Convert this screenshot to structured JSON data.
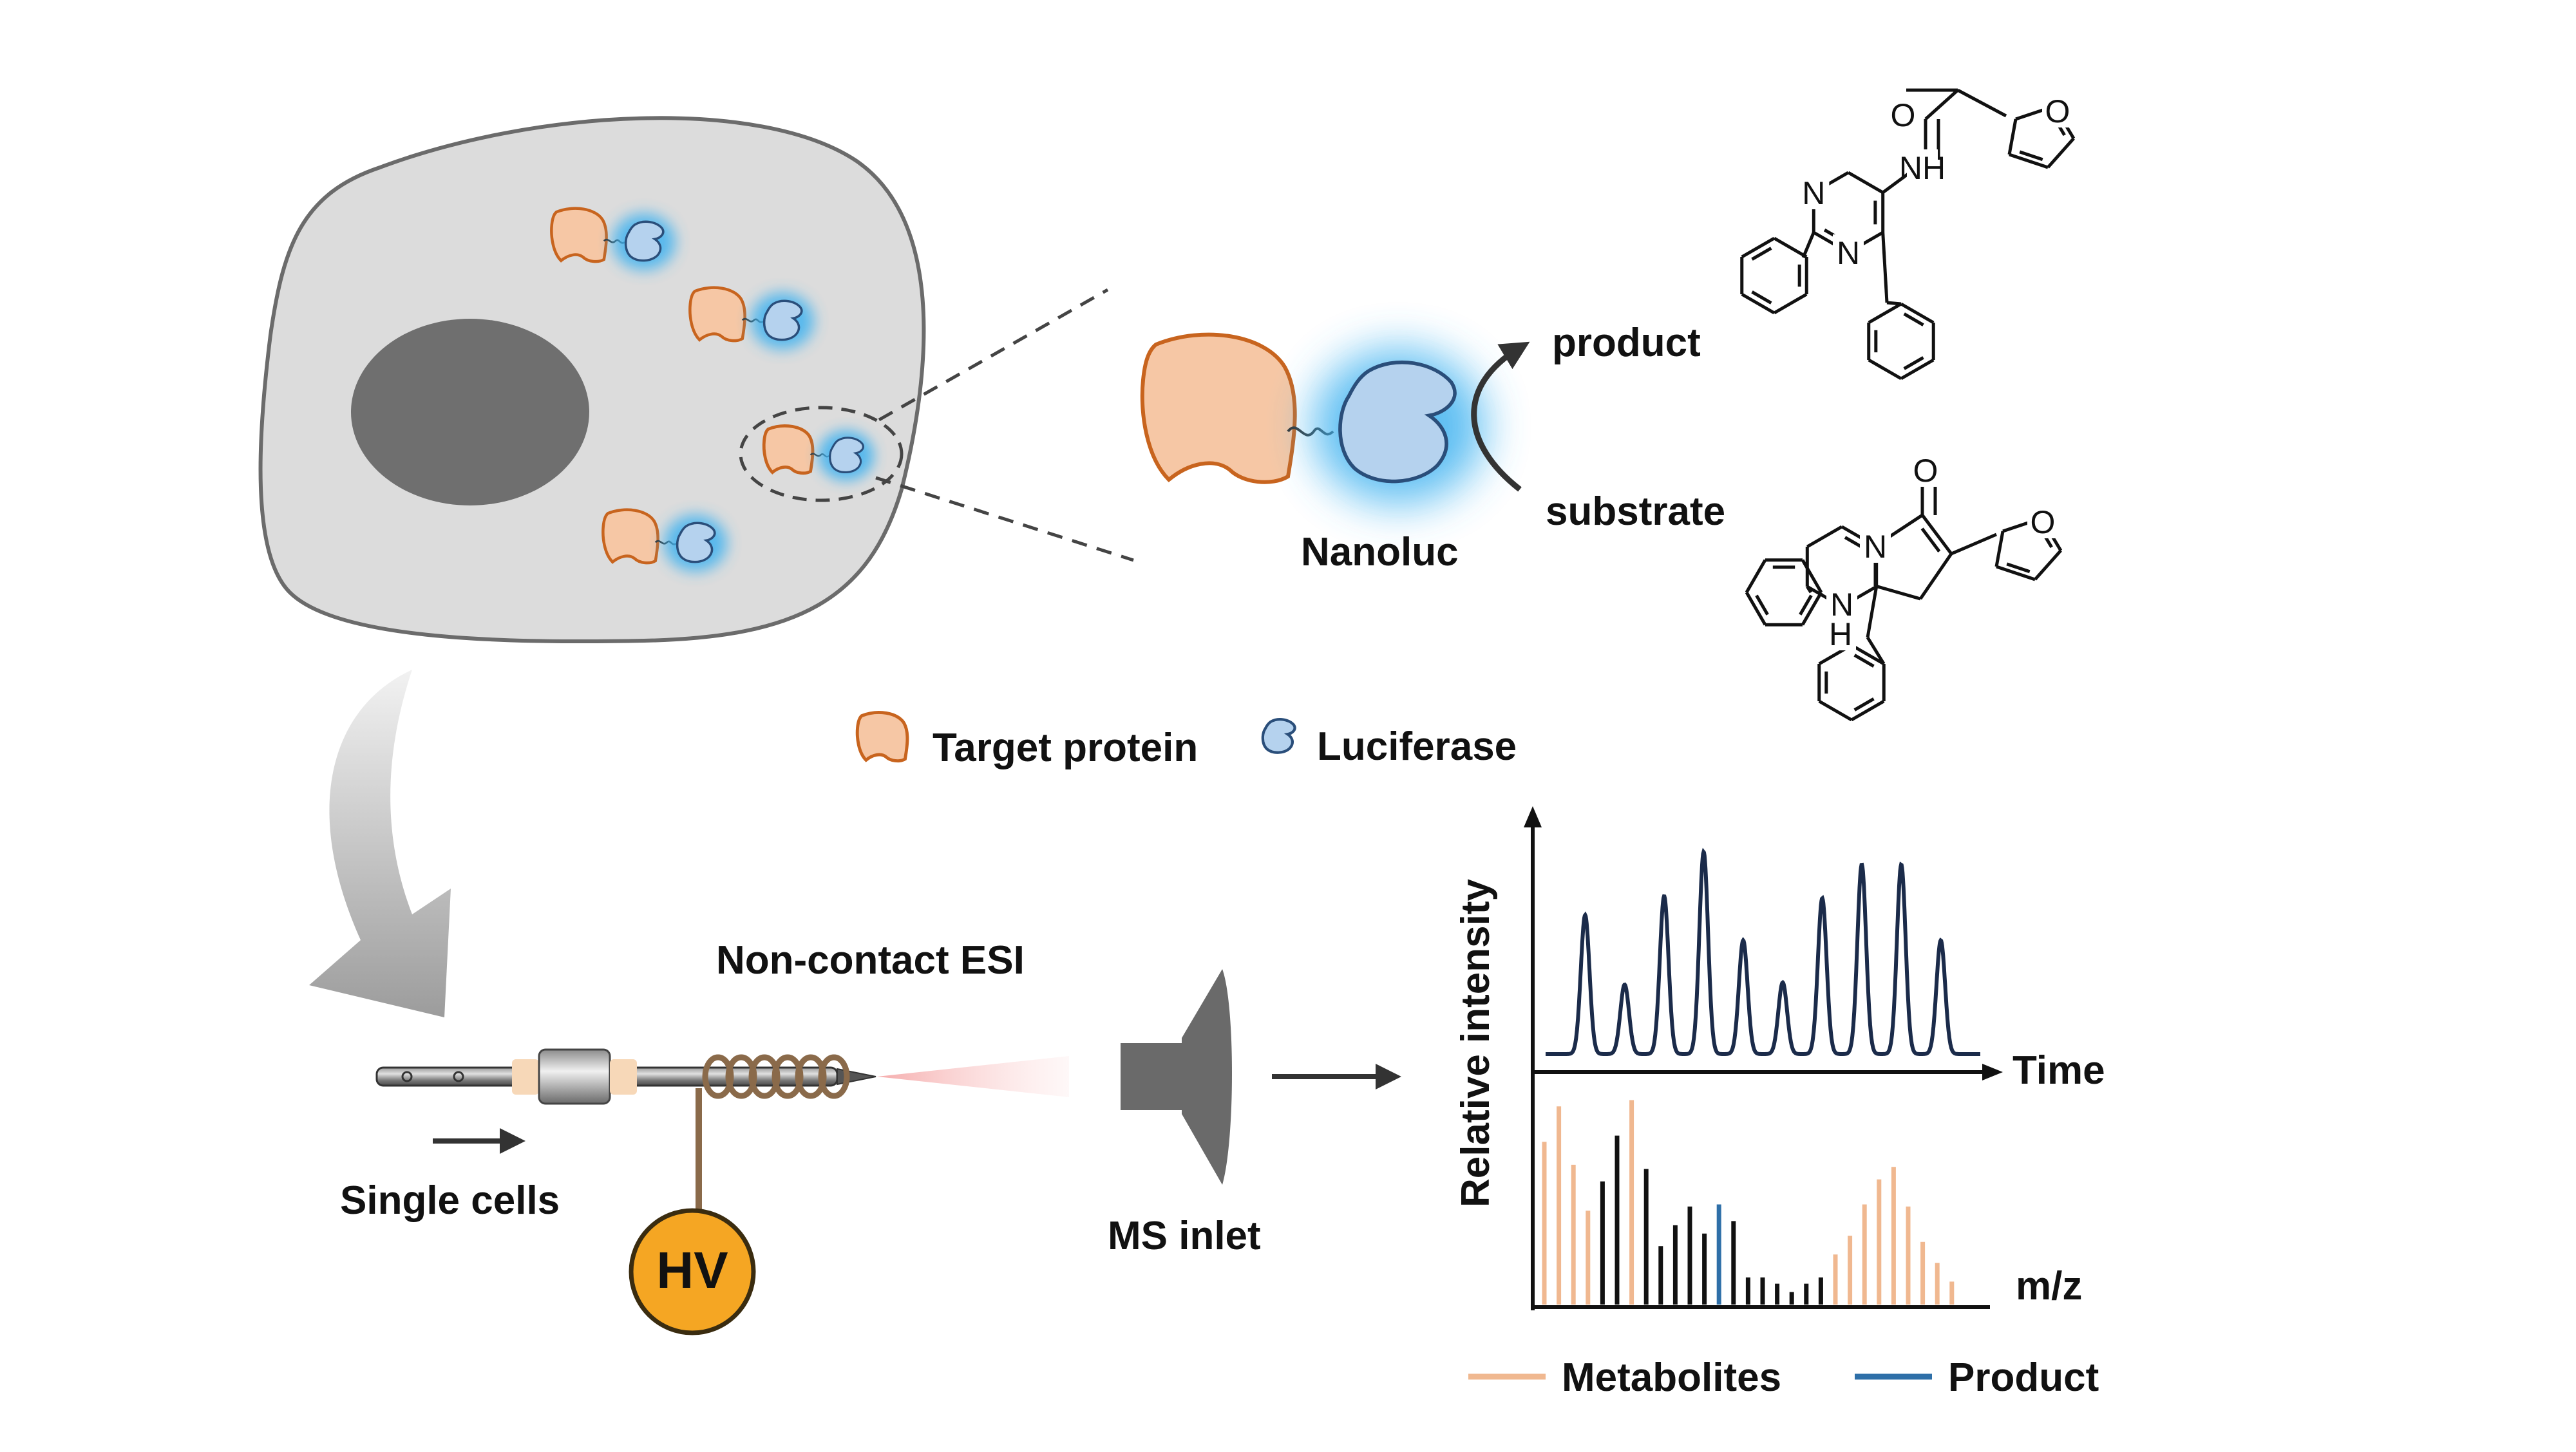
{
  "labels": {
    "product": "product",
    "substrate": "substrate",
    "nanoluc": "Nanoluc",
    "target_protein": "Target protein",
    "luciferase": "Luciferase",
    "non_contact_esi": "Non-contact ESI",
    "single_cells": "Single cells",
    "hv": "HV",
    "ms_inlet": "MS inlet",
    "relative_intensity": "Relative intensity",
    "time": "Time",
    "mz": "m/z",
    "metabolites": "Metabolites",
    "product_legend": "Product"
  },
  "atoms": {
    "o": "O",
    "n": "N",
    "nh": "NH",
    "h": "H"
  },
  "colors": {
    "protein_fill": "#f6c7a5",
    "protein_stroke": "#c8641e",
    "luciferase_fill": "#b5d2ee",
    "luciferase_stroke": "#2a4e7a",
    "glow": "#3fb2f0",
    "cell_fill": "#dcdcdc",
    "cell_stroke": "#6b6b6b",
    "nucleus": "#6f6f6f",
    "chromatogram": "#1b2b4a",
    "metabolite": "#f0b890",
    "product_peak": "#2e6fa8",
    "other_peak": "#111111",
    "hv_fill": "#f5a623",
    "hv_stroke": "#3a2c10"
  },
  "chart_data": [
    {
      "type": "line",
      "description_of_axes": "chromatogram",
      "xlabel": "Time",
      "ylabel": "Relative intensity",
      "peaks": [
        {
          "t": 1,
          "intensity": 0.66
        },
        {
          "t": 2,
          "intensity": 0.33
        },
        {
          "t": 3,
          "intensity": 0.75
        },
        {
          "t": 4,
          "intensity": 0.96
        },
        {
          "t": 5,
          "intensity": 0.54
        },
        {
          "t": 6,
          "intensity": 0.34
        },
        {
          "t": 7,
          "intensity": 0.74
        },
        {
          "t": 8,
          "intensity": 0.9
        },
        {
          "t": 9,
          "intensity": 0.9
        },
        {
          "t": 10,
          "intensity": 0.54
        }
      ]
    },
    {
      "type": "bar",
      "xlabel": "m/z",
      "series": [
        {
          "name": "Metabolites",
          "kind": "metabolite"
        },
        {
          "name": "Product",
          "kind": "product"
        }
      ],
      "bars": [
        {
          "h": 0.78,
          "kind": "metabolite"
        },
        {
          "h": 0.95,
          "kind": "metabolite"
        },
        {
          "h": 0.67,
          "kind": "metabolite"
        },
        {
          "h": 0.45,
          "kind": "metabolite"
        },
        {
          "h": 0.59,
          "kind": "other"
        },
        {
          "h": 0.81,
          "kind": "other"
        },
        {
          "h": 0.98,
          "kind": "metabolite"
        },
        {
          "h": 0.65,
          "kind": "other"
        },
        {
          "h": 0.28,
          "kind": "other"
        },
        {
          "h": 0.38,
          "kind": "other"
        },
        {
          "h": 0.47,
          "kind": "other"
        },
        {
          "h": 0.34,
          "kind": "other"
        },
        {
          "h": 0.48,
          "kind": "product"
        },
        {
          "h": 0.4,
          "kind": "other"
        },
        {
          "h": 0.13,
          "kind": "other"
        },
        {
          "h": 0.13,
          "kind": "other"
        },
        {
          "h": 0.1,
          "kind": "other"
        },
        {
          "h": 0.06,
          "kind": "other"
        },
        {
          "h": 0.1,
          "kind": "other"
        },
        {
          "h": 0.13,
          "kind": "other"
        },
        {
          "h": 0.24,
          "kind": "metabolite"
        },
        {
          "h": 0.33,
          "kind": "metabolite"
        },
        {
          "h": 0.48,
          "kind": "metabolite"
        },
        {
          "h": 0.6,
          "kind": "metabolite"
        },
        {
          "h": 0.66,
          "kind": "metabolite"
        },
        {
          "h": 0.47,
          "kind": "metabolite"
        },
        {
          "h": 0.3,
          "kind": "metabolite"
        },
        {
          "h": 0.2,
          "kind": "metabolite"
        },
        {
          "h": 0.11,
          "kind": "metabolite"
        }
      ]
    }
  ]
}
